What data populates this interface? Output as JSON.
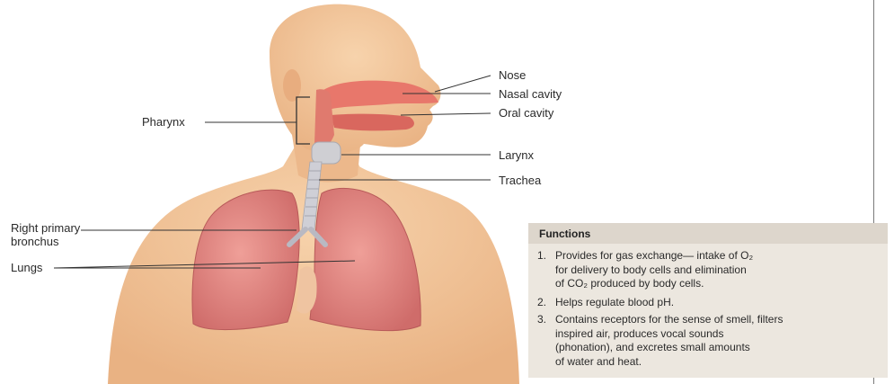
{
  "labels": {
    "nose": "Nose",
    "nasal_cavity": "Nasal cavity",
    "oral_cavity": "Oral cavity",
    "pharynx": "Pharynx",
    "larynx": "Larynx",
    "trachea": "Trachea",
    "right_primary_bronchus_1": "Right primary",
    "right_primary_bronchus_2": "bronchus",
    "lungs": "Lungs"
  },
  "functions": {
    "title": "Functions",
    "items": [
      {
        "num": "1.",
        "lines": [
          "Provides for gas exchange— intake of O₂",
          "for delivery to body cells and elimination",
          "of CO₂ produced by body cells."
        ]
      },
      {
        "num": "2.",
        "lines": [
          "Helps regulate blood pH."
        ]
      },
      {
        "num": "3.",
        "lines": [
          "Contains receptors for the sense of smell, filters",
          "inspired air, produces vocal sounds",
          "(phonation), and excretes small amounts",
          "of water and heat."
        ]
      }
    ]
  },
  "colors": {
    "skin": "#f2c49a",
    "lung": "#e7908a",
    "airway": "#e07a6e",
    "cartilage": "#c9c9cf",
    "box_bg": "#ece7df"
  }
}
